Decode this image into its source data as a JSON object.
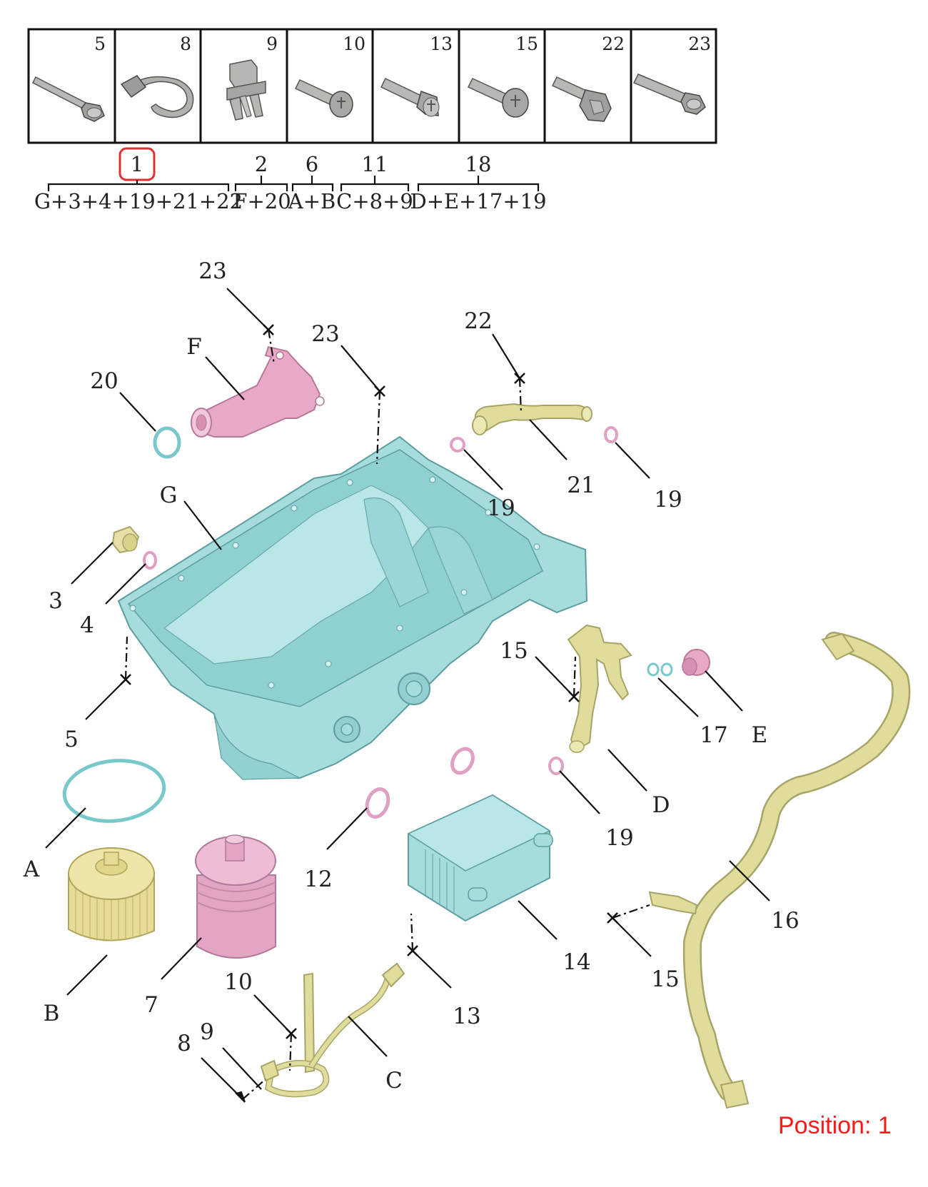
{
  "hardware_strip": {
    "cells": [
      {
        "number": "5",
        "icon": "hex-flange-bolt-long-icon"
      },
      {
        "number": "8",
        "icon": "cable-tie-icon"
      },
      {
        "number": "9",
        "icon": "push-clip-icon"
      },
      {
        "number": "10",
        "icon": "torx-pan-screw-icon"
      },
      {
        "number": "13",
        "icon": "socket-cap-screw-icon"
      },
      {
        "number": "15",
        "icon": "torx-pan-screw-icon"
      },
      {
        "number": "22",
        "icon": "hex-flange-bolt-short-icon"
      },
      {
        "number": "23",
        "icon": "hex-flange-bolt-long-icon"
      }
    ]
  },
  "kits": [
    {
      "number": "1",
      "contents": "G+3+4+19+21+22",
      "selected": true
    },
    {
      "number": "2",
      "contents": "F+20",
      "selected": false
    },
    {
      "number": "6",
      "contents": "A+B",
      "selected": false
    },
    {
      "number": "11",
      "contents": "C+8+9",
      "selected": false
    },
    {
      "number": "18",
      "contents": "D+E+17+19",
      "selected": false
    }
  ],
  "callouts": {
    "c23a": "23",
    "c23b": "23",
    "c22": "22",
    "cF": "F",
    "c20": "20",
    "c19a": "19",
    "c19b": "19",
    "c21": "21",
    "cG": "G",
    "c3": "3",
    "c4": "4",
    "c5": "5",
    "c15a": "15",
    "c17": "17",
    "cE": "E",
    "cD": "D",
    "c19c": "19",
    "cA": "A",
    "c12": "12",
    "c16": "16",
    "cB": "B",
    "c7": "7",
    "c14": "14",
    "c15b": "15",
    "c10": "10",
    "c13": "13",
    "c9": "9",
    "c8": "8",
    "cC": "C"
  },
  "part_colors": {
    "oil_pan": "#a6dcdc",
    "pink_parts": "#e8a8c8",
    "hoses": "#e0dc9c",
    "filter": "#e6dc96",
    "hardware_grey": "#a9aca7",
    "selection_highlight": "#e03030"
  },
  "position": {
    "prefix": "Position:",
    "value": "1"
  }
}
